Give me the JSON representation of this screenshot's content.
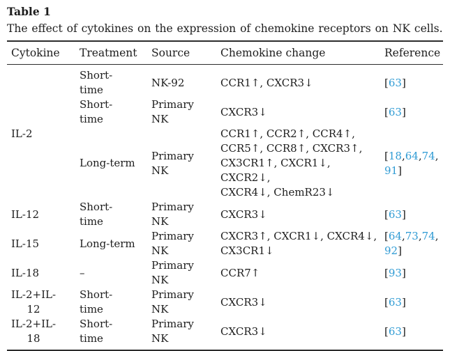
{
  "header": {
    "table_label": "Table 1",
    "caption": "The effect of cytokines on the expression of chemokine receptors on NK cells."
  },
  "theme": {
    "link_color": "#2f9bd4",
    "text_color": "#1d1d1d",
    "rule_color": "#2b2b2b"
  },
  "table": {
    "columns": [
      "Cytokine",
      "Treatment",
      "Source",
      "Chemokine change",
      "Reference"
    ],
    "rows": [
      {
        "cytokine": {
          "label": "IL-2",
          "rowspan": 3
        },
        "treatment": "Short-\ntime",
        "source": "NK-92",
        "chemokine": "CCR1↑, CXCR3↓",
        "reference": [
          {
            "text": "[",
            "link": false
          },
          {
            "text": "63",
            "link": true
          },
          {
            "text": "]",
            "link": false
          }
        ]
      },
      {
        "treatment": "Short-\ntime",
        "source": "Primary\nNK",
        "chemokine": "CXCR3↓",
        "reference": [
          {
            "text": "[",
            "link": false
          },
          {
            "text": "63",
            "link": true
          },
          {
            "text": "]",
            "link": false
          }
        ]
      },
      {
        "treatment": "Long-term",
        "source": "Primary\nNK",
        "chemokine": "CCR1↑, CCR2↑, CCR4↑,\nCCR5↑, CCR8↑, CXCR3↑,\nCX3CR1↑, CXCR1↓, CXCR2↓,\nCXCR4↓, ChemR23↓",
        "reference": [
          {
            "text": "[",
            "link": false
          },
          {
            "text": "18",
            "link": true
          },
          {
            "text": ",",
            "link": false
          },
          {
            "text": "64",
            "link": true
          },
          {
            "text": ",",
            "link": false
          },
          {
            "text": "74",
            "link": true
          },
          {
            "text": ",\n",
            "link": false
          },
          {
            "text": "91",
            "link": true
          },
          {
            "text": "]",
            "link": false
          }
        ]
      },
      {
        "cytokine": {
          "label": "IL-12",
          "rowspan": 1
        },
        "treatment": "Short-\ntime",
        "source": "Primary\nNK",
        "chemokine": "CXCR3↓",
        "reference": [
          {
            "text": "[",
            "link": false
          },
          {
            "text": "63",
            "link": true
          },
          {
            "text": "]",
            "link": false
          }
        ]
      },
      {
        "cytokine": {
          "label": "IL-15",
          "rowspan": 1
        },
        "treatment": "Long-term",
        "source": "Primary\nNK",
        "chemokine": "CXCR3↑, CXCR1↓, CXCR4↓,\nCX3CR1↓",
        "reference": [
          {
            "text": "[",
            "link": false
          },
          {
            "text": "64",
            "link": true
          },
          {
            "text": ",",
            "link": false
          },
          {
            "text": "73",
            "link": true
          },
          {
            "text": ",",
            "link": false
          },
          {
            "text": "74",
            "link": true
          },
          {
            "text": ",\n",
            "link": false
          },
          {
            "text": "92",
            "link": true
          },
          {
            "text": "]",
            "link": false
          }
        ]
      },
      {
        "cytokine": {
          "label": "IL-18",
          "rowspan": 1
        },
        "treatment": "–",
        "source": "Primary\nNK",
        "chemokine": "CCR7↑",
        "reference": [
          {
            "text": "[",
            "link": false
          },
          {
            "text": "93",
            "link": true
          },
          {
            "text": "]",
            "link": false
          }
        ]
      },
      {
        "cytokine": {
          "label": "IL-2+IL-\n12",
          "rowspan": 1
        },
        "treatment": "Short-\ntime",
        "source": "Primary\nNK",
        "chemokine": "CXCR3↓",
        "reference": [
          {
            "text": "[",
            "link": false
          },
          {
            "text": "63",
            "link": true
          },
          {
            "text": "]",
            "link": false
          }
        ]
      },
      {
        "cytokine": {
          "label": "IL-2+IL-\n18",
          "rowspan": 1
        },
        "treatment": "Short-\ntime",
        "source": "Primary\nNK",
        "chemokine": "CXCR3↓",
        "reference": [
          {
            "text": "[",
            "link": false
          },
          {
            "text": "63",
            "link": true
          },
          {
            "text": "]",
            "link": false
          }
        ]
      }
    ]
  }
}
